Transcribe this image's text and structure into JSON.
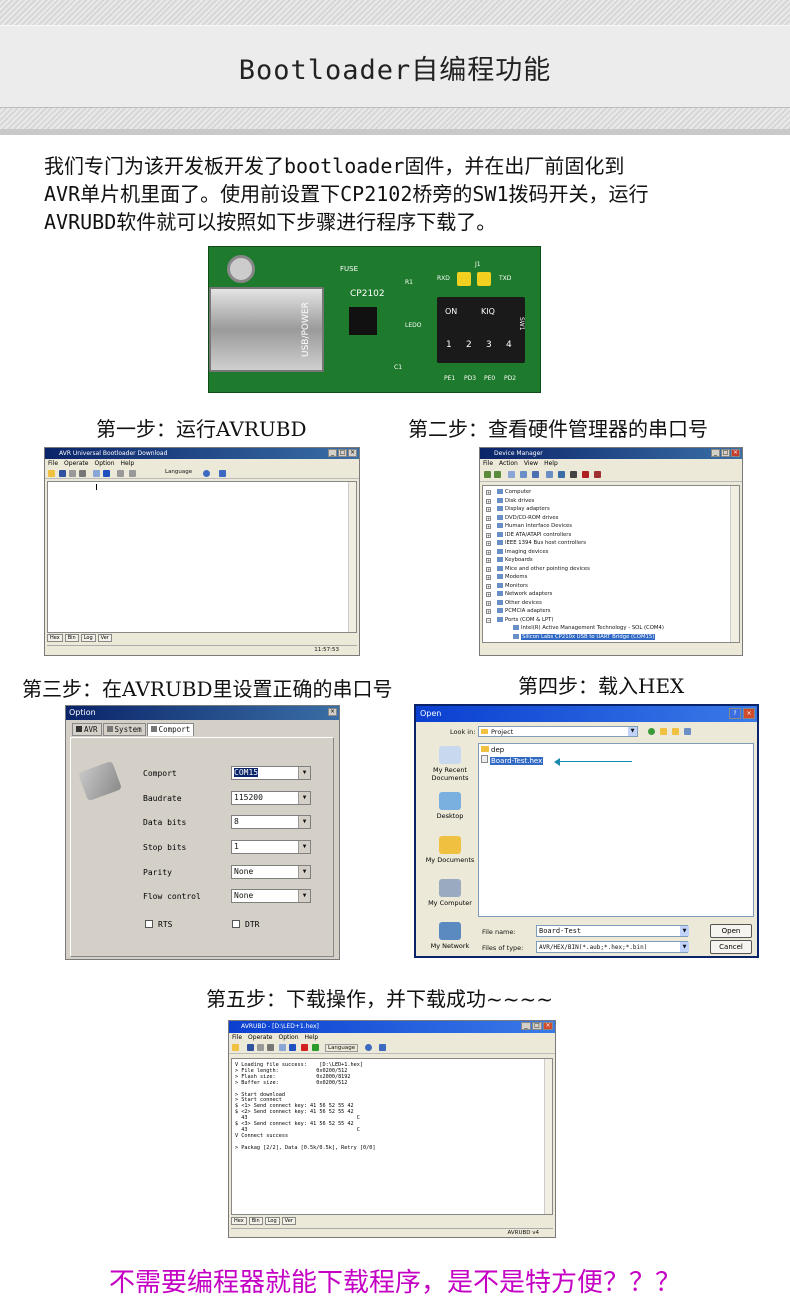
{
  "header": {
    "title": "Bootloader自编程功能"
  },
  "intro": {
    "lines": [
      "我们专门为该开发板开发了bootloader固件，并在出厂前固化到",
      "AVR单片机里面了。使用前设置下CP2102桥旁的SW1拨码开关，运行",
      "AVRUBD软件就可以按照如下步骤进行程序下载了。"
    ]
  },
  "board": {
    "labels": {
      "fuse": "FUSE",
      "chip": "CP2102",
      "usb": "USB/POWER",
      "rxd": "RXD",
      "txd": "TXD",
      "j1": "J1",
      "r1": "R1",
      "on": "ON",
      "kiq": "KIQ",
      "sw1": "SW1",
      "ledo": "LEDO",
      "c1": "C1",
      "n1": "1",
      "n2": "2",
      "n3": "3",
      "n4": "4",
      "pe1": "PE1",
      "pd3": "PD3",
      "pe0": "PE0",
      "pd2": "PD2"
    }
  },
  "steps": {
    "s1": "第一步：运行AVRUBD",
    "s2": "第二步：查看硬件管理器的串口号",
    "s3": "第三步：在AVRUBD里设置正确的串口号",
    "s4": "第四步：载入HEX",
    "s5": "第五步：下载操作，并下载成功~~~~"
  },
  "avrubd1": {
    "title": "AVR Universal Bootloader Download",
    "menu": [
      "File",
      "Operate",
      "Option",
      "Help"
    ],
    "language": "Language",
    "tabs": [
      "Hex",
      "Bin",
      "Log",
      "Ver"
    ],
    "time": "11:57:53"
  },
  "devmgr": {
    "title": "Device Manager",
    "menu": [
      "File",
      "Action",
      "View",
      "Help"
    ],
    "items": [
      "Computer",
      "Disk drives",
      "Display adapters",
      "DVD/CD-ROM drives",
      "Human Interface Devices",
      "IDE ATA/ATAPI controllers",
      "IEEE 1394 Bus host controllers",
      "Imaging devices",
      "Keyboards",
      "Mice and other pointing devices",
      "Modems",
      "Monitors",
      "Network adapters",
      "Other devices",
      "PCMCIA adapters",
      "Ports (COM & LPT)"
    ],
    "sub1": "Intel(R) Active Management Technology - SOL (COM4)",
    "sub2": "Silicon Labs CP210x USB to UART Bridge (COM15)"
  },
  "option": {
    "title": "Option",
    "tabs": [
      "AVR",
      "System",
      "Comport"
    ],
    "fields": [
      {
        "label": "Comport",
        "value": "COM15"
      },
      {
        "label": "Baudrate",
        "value": "115200"
      },
      {
        "label": "Data bits",
        "value": "8"
      },
      {
        "label": "Stop bits",
        "value": "1"
      },
      {
        "label": "Parity",
        "value": "None"
      },
      {
        "label": "Flow control",
        "value": "None"
      }
    ],
    "rts": "RTS",
    "dtr": "DTR"
  },
  "open": {
    "title": "Open",
    "look_in_label": "Look in:",
    "look_in": "Project",
    "places": [
      "My Recent Documents",
      "Desktop",
      "My Documents",
      "My Computer",
      "My Network"
    ],
    "files": [
      "dep",
      "Board-Test.hex"
    ],
    "file_name_label": "File name:",
    "file_name": "Board-Test",
    "file_type_label": "Files of type:",
    "file_type": "AVR/HEX/BIN(*.aub;*.hex;*.bin)",
    "open_btn": "Open",
    "cancel_btn": "Cancel"
  },
  "avrubd2": {
    "title": "AVRUBD - [D:\\LED+1.hex]",
    "menu": [
      "File",
      "Operate",
      "Option",
      "Help"
    ],
    "language": "Language",
    "log": [
      "V Loading file success:    [D:\\LED+1.hex]",
      "> File length:            0x0200/512",
      "> Flash size:             0x2000/8192",
      "> Buffer size:            0x0200/512",
      "",
      "> Start download",
      "> Start connect",
      "$ <1> Send connect key: 41 56 52 55 42",
      "$ <2> Send connect key: 41 56 52 55 42",
      "  43                                   C",
      "$ <3> Send connect key: 41 56 52 55 42",
      "  43                                   C",
      "V Connect success",
      "",
      "> Packag [2/2], Data [0.5k/0.5k], Retry [0/0]"
    ],
    "tabs": [
      "Hex",
      "Bin",
      "Log",
      "Ver"
    ],
    "status": "AVRUBD v4"
  },
  "footer": {
    "text": "不需要编程器就能下载程序，是不是特方便？？？"
  }
}
